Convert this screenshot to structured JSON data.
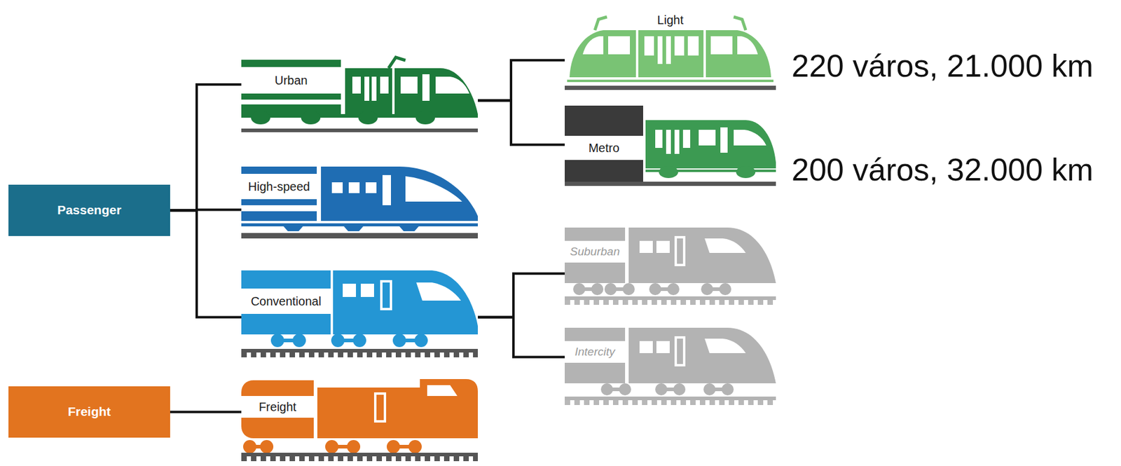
{
  "diagram": {
    "nodes": [
      {
        "text": [
          "Passenger"
        ]
      },
      {
        "text": [
          "Freight"
        ]
      },
      {
        "text": [
          "Urban"
        ]
      },
      {
        "text": [
          "High-speed"
        ]
      },
      {
        "text": [
          "Conventional"
        ]
      },
      {
        "text": [
          "Freight"
        ]
      },
      {
        "text": [
          "Light"
        ]
      },
      {
        "text": [
          "Metro"
        ]
      },
      {
        "text": [
          "Suburban"
        ]
      },
      {
        "text": [
          "Intercity"
        ]
      }
    ],
    "edges": [
      {
        "from": 0,
        "to": 2,
        "arrow": "none"
      },
      {
        "from": 0,
        "to": 3,
        "arrow": "none"
      },
      {
        "from": 0,
        "to": 4,
        "arrow": "none"
      },
      {
        "from": 1,
        "to": 5,
        "arrow": "none"
      },
      {
        "from": 2,
        "to": 6,
        "arrow": "none"
      },
      {
        "from": 2,
        "to": 7,
        "arrow": "none"
      },
      {
        "from": 4,
        "to": 8,
        "arrow": "none"
      },
      {
        "from": 4,
        "to": 9,
        "arrow": "none"
      }
    ],
    "labels": [
      "220 város, 21.000 km",
      "200 város, 32.000 km"
    ]
  }
}
